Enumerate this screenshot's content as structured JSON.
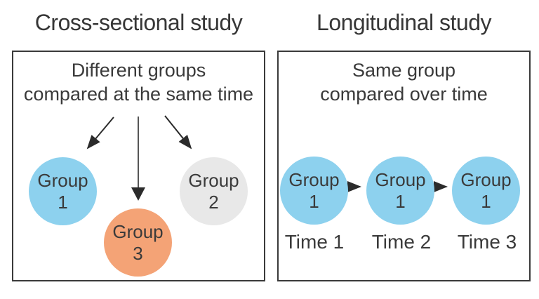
{
  "diagram": {
    "left_panel": {
      "title": "Cross-sectional study",
      "description": [
        "Different groups",
        "compared at the same time"
      ],
      "groups": [
        {
          "name": "Group",
          "number": "1",
          "color": "#8dd1ee"
        },
        {
          "name": "Group",
          "number": "3",
          "color": "#f4a376"
        },
        {
          "name": "Group",
          "number": "2",
          "color": "#e8e8e8"
        }
      ]
    },
    "right_panel": {
      "title": "Longitudinal study",
      "description": [
        "Same group",
        "compared over time"
      ],
      "groups": [
        {
          "name": "Group",
          "number": "1",
          "color": "#8dd1ee"
        },
        {
          "name": "Group",
          "number": "1",
          "color": "#8dd1ee"
        },
        {
          "name": "Group",
          "number": "1",
          "color": "#8dd1ee"
        }
      ],
      "time_labels": [
        "Time 1",
        "Time 2",
        "Time 3"
      ]
    },
    "icons": {
      "left_panel_arrows": "fan-out-down-arrows",
      "right_panel_arrows": "right-arrow"
    },
    "colors": {
      "text": "#3a3a3a",
      "border": "#3a3a3a",
      "arrow": "#2b2b2b",
      "group_blue": "#8dd1ee",
      "group_orange": "#f4a376",
      "group_gray": "#e8e8e8",
      "background": "#ffffff"
    }
  }
}
